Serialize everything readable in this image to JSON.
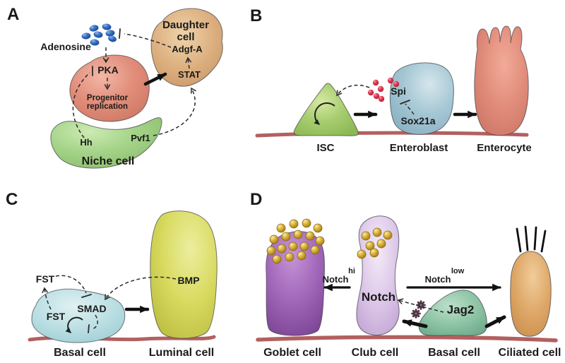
{
  "palette": {
    "background": "#ffffff",
    "basement_membrane": "#b2605f",
    "text": "#1a1a1a",
    "dashed_line": "#2b2b2b",
    "adenosine_dot_blue": "#2a62b8",
    "signal_dot_red": "#e23550",
    "vesicle_gold": "#d9b13a",
    "progenitor_cell_salmon": "#e08a77",
    "niche_cell_green": "#9fd184",
    "daughter_cell_tan": "#dcae7e",
    "isc_cell_green": "#a8cd70",
    "enteroblast_cell_blue": "#a6c8d5",
    "enterocyte_cell_salmon": "#e18c7b",
    "basal_cell_lightblue": "#bde0e4",
    "luminal_cell_yellow": "#d8da5f",
    "goblet_cell_purple": "#a369bb",
    "club_cell_lavender": "#ddc8e9",
    "basal_cell_seafoam": "#8fc5a6",
    "ciliated_cell_orange": "#dfa868"
  },
  "panels": {
    "a": {
      "label": "A",
      "adenosine": "Adenosine",
      "daughter_line1": "Daughter",
      "daughter_line2": "cell",
      "adgf_a": "Adgf-A",
      "stat": "STAT",
      "pka": "PKA",
      "progenitor_line1": "Progenitor",
      "progenitor_line2": "replication",
      "hh": "Hh",
      "pvf1": "Pvf1",
      "niche_cell": "Niche cell"
    },
    "b": {
      "label": "B",
      "isc": "ISC",
      "spi": "Spi",
      "sox21a": "Sox21a",
      "enteroblast": "Enteroblast",
      "enterocyte": "Enterocyte"
    },
    "c": {
      "label": "C",
      "fst_secreted": "FST",
      "fst_intracellular": "FST",
      "smad": "SMAD",
      "bmp": "BMP",
      "basal_cell": "Basal cell",
      "luminal_cell": "Luminal cell"
    },
    "d": {
      "label": "D",
      "notch_hi_word": "Notch",
      "notch_hi_sup": "hi",
      "notch_low_word": "Notch",
      "notch_low_sup": "low",
      "notch_receptor": "Notch",
      "jag2": "Jag2",
      "goblet_cell": "Goblet cell",
      "club_cell": "Club cell",
      "basal_cell": "Basal cell",
      "ciliated_cell": "Ciliated cell"
    }
  }
}
